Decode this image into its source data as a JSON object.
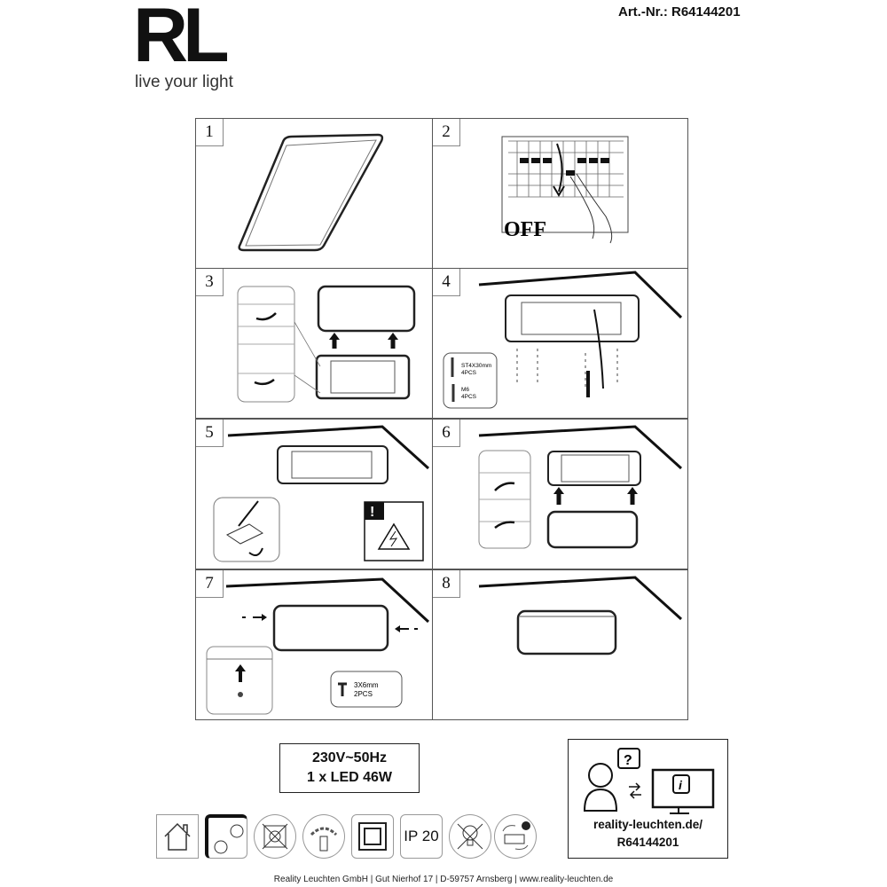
{
  "header": {
    "logo": "RL",
    "tagline": "live your light",
    "article_number": "Art.-Nr.: R64144201"
  },
  "steps": [
    {
      "number": "1"
    },
    {
      "number": "2",
      "label": "OFF"
    },
    {
      "number": "3"
    },
    {
      "number": "4",
      "parts": [
        "ST4X30mm",
        "4PCS",
        "M6",
        "4PCS"
      ]
    },
    {
      "number": "5",
      "warning": "!"
    },
    {
      "number": "6"
    },
    {
      "number": "7",
      "parts": [
        "3X6mm",
        "2PCS"
      ]
    },
    {
      "number": "8"
    }
  ],
  "specs": {
    "voltage": "230V~50Hz",
    "lamp": "1 x LED 46W"
  },
  "symbols": {
    "ip_rating": "IP 20"
  },
  "info_box": {
    "url_line1": "reality-leuchten.de/",
    "url_line2": "R64144201"
  },
  "footer": "Reality Leuchten GmbH  |  Gut Nierhof 17  |  D-59757 Arnsberg  |  www.reality-leuchten.de"
}
